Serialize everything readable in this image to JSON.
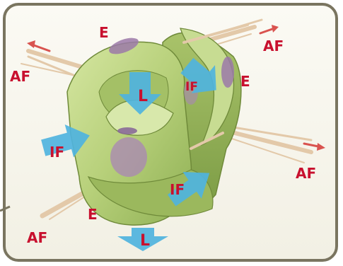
{
  "labels": {
    "e_top": "E",
    "e_right": "E",
    "e_bottom": "E",
    "l_center": "L",
    "l_bottom": "L",
    "if_inner": "IF",
    "if_left": "IF",
    "if_lower": "IF",
    "af_top_right": "AF",
    "af_left": "AF",
    "af_right": "AF",
    "af_bottom_left": "AF"
  },
  "icons": {
    "flow_arrow": "blue-arrow",
    "direction_arrow": "red-arrow"
  },
  "colors": {
    "label_red": "#c8102e",
    "arrow_blue": "#4fb3de",
    "frame": "#7a7560",
    "vessel_green": "#b9d27c",
    "endothelial_purple": "#9b79a8",
    "fiber_tan": "#e6cdb0",
    "small_arrow_red": "#d9534f"
  }
}
